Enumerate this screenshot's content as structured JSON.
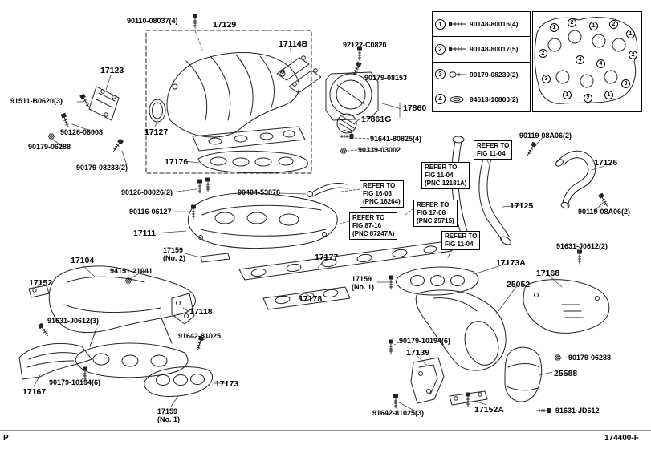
{
  "page": {
    "corner_mark": "P",
    "drawing_number": "174400-F"
  },
  "legend": {
    "items": [
      {
        "index": "1",
        "part": "90148-80016(4)",
        "icon": "bolt-icon"
      },
      {
        "index": "2",
        "part": "90148-80017(5)",
        "icon": "bolt-icon"
      },
      {
        "index": "3",
        "part": "90179-08230(2)",
        "icon": "nut-washer-icon"
      },
      {
        "index": "4",
        "part": "94613-10800(2)",
        "icon": "washer-icon"
      }
    ]
  },
  "head_diagram": {
    "numbers": [
      "1",
      "2",
      "1",
      "2",
      "1",
      "2",
      "2",
      "3",
      "1",
      "2",
      "1",
      "3",
      "4",
      "4"
    ]
  },
  "labels": [
    {
      "text": "90110-08037(4)"
    },
    {
      "text": "17129"
    },
    {
      "text": "17114B"
    },
    {
      "text": "92122-C0820"
    },
    {
      "text": "90179-08153"
    },
    {
      "text": "17123"
    },
    {
      "text": "91511-B0620(3)"
    },
    {
      "text": "90126-06008"
    },
    {
      "text": "17127"
    },
    {
      "text": "90179-06288"
    },
    {
      "text": "90179-08233(2)"
    },
    {
      "text": "17176"
    },
    {
      "text": "17860"
    },
    {
      "text": "17861G"
    },
    {
      "text": "91641-80825(4)"
    },
    {
      "text": "90339-03002"
    },
    {
      "text": "90119-08A06(2)"
    },
    {
      "text": "REFER TO\nFIG 11-04"
    },
    {
      "text": "17126"
    },
    {
      "text": "REFER TO\nFIG 11-04\n(PNC 12181A)"
    },
    {
      "text": "90126-08026(2)"
    },
    {
      "text": "90404-53076"
    },
    {
      "text": "REFER TO\nFIG 16-03\n(PNC 16264)"
    },
    {
      "text": "90116-06127"
    },
    {
      "text": "REFER TO\nFIG 17-08\n(PNC 25715)"
    },
    {
      "text": "17125"
    },
    {
      "text": "90119-08A06(2)"
    },
    {
      "text": "17111"
    },
    {
      "text": "REFER TO\nFIG 87-16\n(PNC 87247A)"
    },
    {
      "text": "REFER TO\nFIG 11-04"
    },
    {
      "text": "91631-J0612(2)"
    },
    {
      "text": "17159\n(No. 2)"
    },
    {
      "text": "17104"
    },
    {
      "text": "17177"
    },
    {
      "text": "17173A"
    },
    {
      "text": "17152"
    },
    {
      "text": "94151-21041"
    },
    {
      "text": "17159\n(No. 1)"
    },
    {
      "text": "17168"
    },
    {
      "text": "25052"
    },
    {
      "text": "17178"
    },
    {
      "text": "17118"
    },
    {
      "text": "91631-J0612(3)"
    },
    {
      "text": "91642-81025"
    },
    {
      "text": "90179-10194(6)"
    },
    {
      "text": "17139"
    },
    {
      "text": "90179-06288"
    },
    {
      "text": "25588"
    },
    {
      "text": "90179-10194(6)"
    },
    {
      "text": "17167"
    },
    {
      "text": "17173"
    },
    {
      "text": "17159\n(No. 1)"
    },
    {
      "text": "91642-81025(3)"
    },
    {
      "text": "17152A"
    },
    {
      "text": "91631-JD612"
    }
  ]
}
